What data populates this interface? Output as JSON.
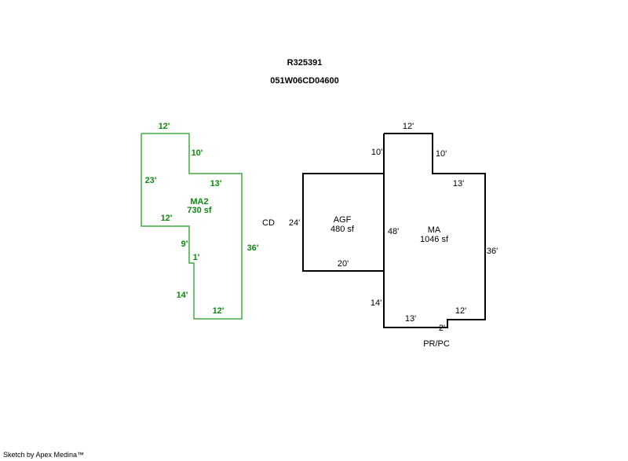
{
  "header": {
    "parcel_id": "R325391",
    "map_number": "051W06CD04600"
  },
  "colors": {
    "ma2_outline": "#44aa44",
    "ma2_text": "#118811",
    "main_outline": "#000000"
  },
  "ma2": {
    "name": "MA2",
    "area": "730 sf",
    "dims": {
      "top": "12'",
      "notch_right": "10'",
      "left_upper": "23'",
      "step_top": "13'",
      "step_mid": "12'",
      "inner_left": "9'",
      "jog": "1'",
      "right": "36'",
      "left_lower": "14'",
      "bottom": "12'"
    }
  },
  "cd_label": "CD",
  "agf": {
    "name": "AGF",
    "area": "480 sf",
    "dims": {
      "left": "24'",
      "bottom": "20'"
    }
  },
  "ma": {
    "name": "MA",
    "area": "1046 sf",
    "dims": {
      "top": "12'",
      "left_top": "10'",
      "notch_right": "10'",
      "step_right": "13'",
      "inner_left": "48'",
      "right": "36'",
      "left_bottom": "14'",
      "bottom_left": "13'",
      "bottom_right": "12'",
      "bottom_jog": "2'"
    }
  },
  "pr_pc_label": "PR/PC",
  "footer": "Sketch by Apex Medina™"
}
